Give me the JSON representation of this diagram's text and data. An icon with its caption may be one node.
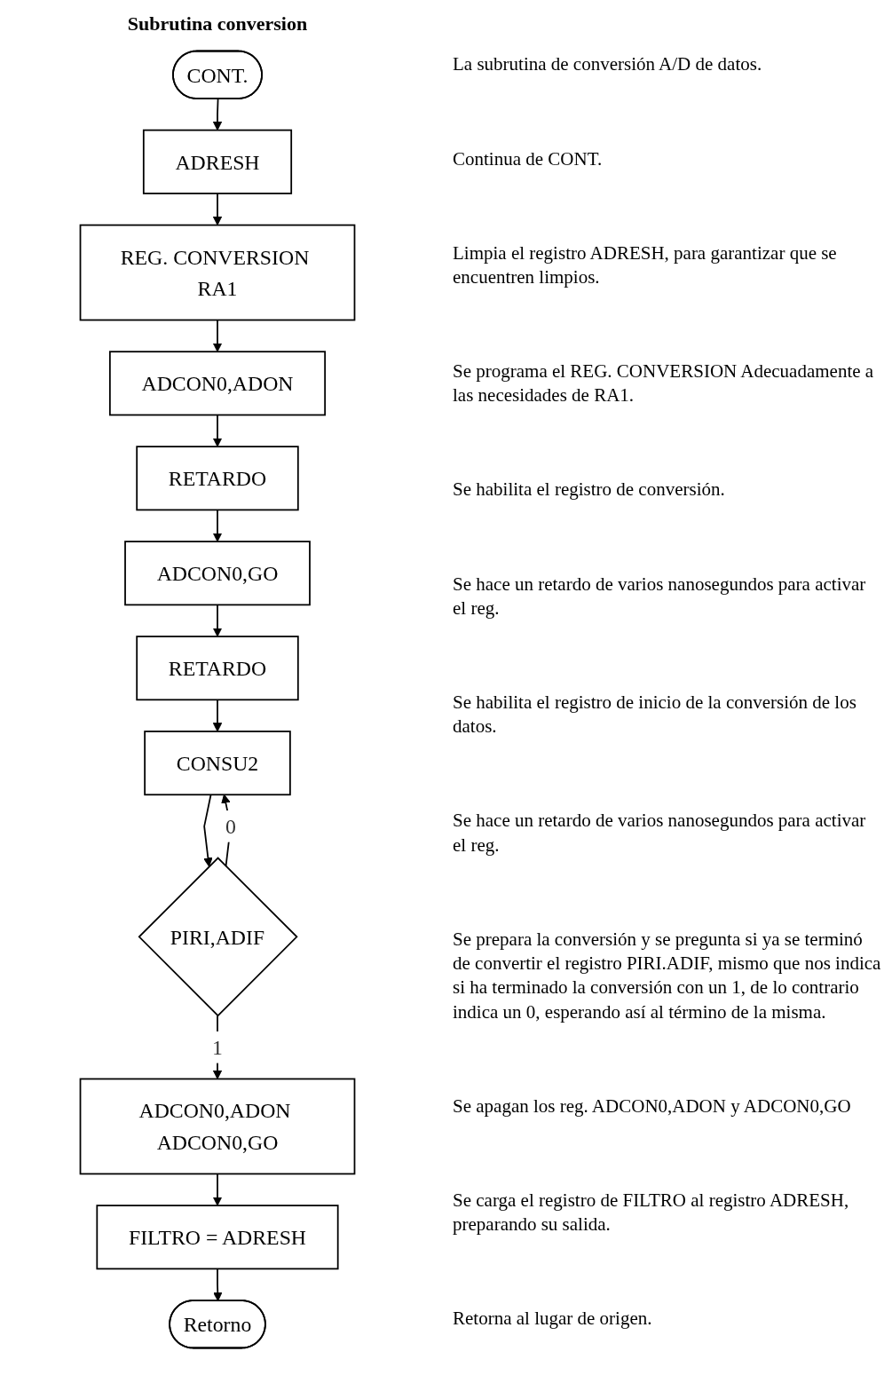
{
  "diagram": {
    "title": "Subrutina conversion",
    "nodes": [
      {
        "text": [
          "CONT."
        ]
      },
      {
        "text": [
          "ADRESH"
        ]
      },
      {
        "text": [
          "REG. CONVERSION RA1"
        ]
      },
      {
        "text": [
          "ADCON0,ADON"
        ]
      },
      {
        "text": [
          "RETARDO"
        ]
      },
      {
        "text": [
          "ADCON0,GO"
        ]
      },
      {
        "text": [
          "RETARDO"
        ]
      },
      {
        "text": [
          "CONSU2"
        ]
      },
      {
        "text": [
          "PIRI,ADIF"
        ]
      },
      {
        "text": [
          "ADCON0,ADON ADCON0,GO"
        ]
      },
      {
        "text": [
          "FILTRO = ADRESH"
        ]
      },
      {
        "text": [
          "Retorno"
        ]
      }
    ],
    "edges": [
      {
        "from": 0,
        "to": 1,
        "arrow": "to"
      },
      {
        "from": 1,
        "to": 2,
        "arrow": "to"
      },
      {
        "from": 2,
        "to": 3,
        "arrow": "to"
      },
      {
        "from": 3,
        "to": 4,
        "arrow": "to"
      },
      {
        "from": 4,
        "to": 5,
        "arrow": "to"
      },
      {
        "from": 5,
        "to": 6,
        "arrow": "to"
      },
      {
        "from": 6,
        "to": 7,
        "arrow": "to"
      },
      {
        "from": 7,
        "to": 8,
        "arrow": "to"
      },
      {
        "from": 8,
        "to": 7,
        "arrow": "to",
        "label": "0"
      },
      {
        "from": 8,
        "to": 9,
        "arrow": "to",
        "label": "1"
      },
      {
        "from": 9,
        "to": 10,
        "arrow": "to"
      },
      {
        "from": 10,
        "to": 11,
        "arrow": "to"
      }
    ],
    "labels": [
      "La subrutina de conversión A/D de datos.",
      "Continua de CONT.",
      "Limpia el registro ADRESH, para garantizar que se encuentren limpios.",
      "Se programa el REG. CONVERSION Adecuadamente a las necesidades de RA1.",
      "Se habilita el registro de conversión.",
      "Se hace un retardo de varios nanosegundos para activar el reg.",
      "Se habilita el registro de inicio de la conversión de los datos.",
      "Se hace un retardo de varios nanosegundos para activar el reg.",
      "Se prepara la conversión y se pregunta si ya se terminó de convertir el registro PIRI.ADIF, mismo que nos indica si ha terminado la conversión con un 1, de lo contrario indica un 0, esperando así al término de la misma.",
      "Se apagan los reg. ADCON0,ADON y ADCON0,GO",
      "Se carga el registro de FILTRO al registro ADRESH, preparando su salida.",
      "Retorna al lugar de origen."
    ]
  }
}
